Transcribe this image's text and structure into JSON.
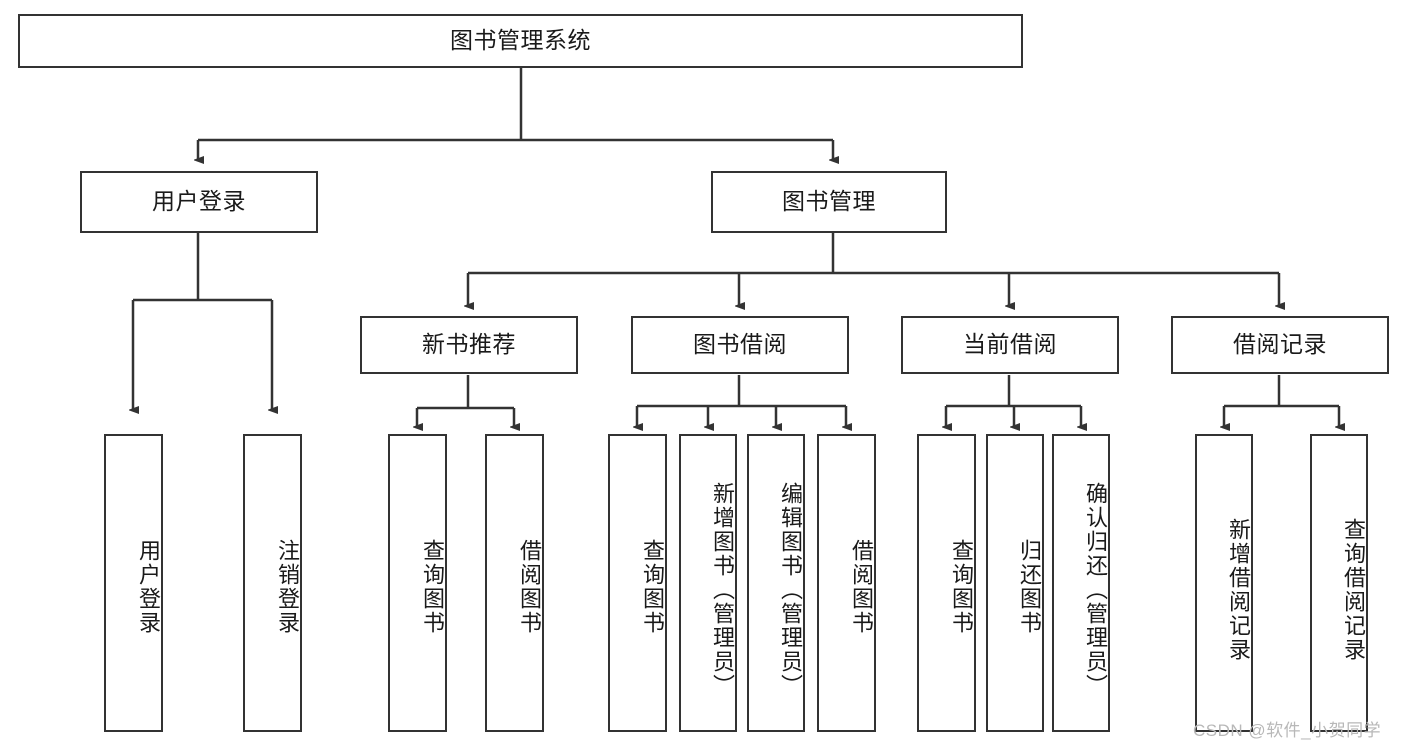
{
  "diagram": {
    "title": "图书管理系统",
    "type": "tree",
    "root": {
      "label": "图书管理系统"
    },
    "level1": [
      {
        "label": "用户登录"
      },
      {
        "label": "图书管理"
      }
    ],
    "level2": [
      {
        "label": "新书推荐"
      },
      {
        "label": "图书借阅"
      },
      {
        "label": "当前借阅"
      },
      {
        "label": "借阅记录"
      }
    ],
    "leaves": {
      "user_login": [
        {
          "label": "用户登录"
        },
        {
          "label": "注销登录"
        }
      ],
      "new_book_recommend": [
        {
          "label": "查询图书"
        },
        {
          "label": "借阅图书"
        }
      ],
      "book_borrow": [
        {
          "label": "查询图书"
        },
        {
          "label": "新增图书（管理员）"
        },
        {
          "label": "编辑图书（管理员）"
        },
        {
          "label": "借阅图书"
        }
      ],
      "current_borrow": [
        {
          "label": "查询图书"
        },
        {
          "label": "归还图书"
        },
        {
          "label": "确认归还（管理员）"
        }
      ],
      "borrow_record": [
        {
          "label": "新增借阅记录"
        },
        {
          "label": "查询借阅记录"
        }
      ]
    }
  },
  "watermark": {
    "text": "CSDN @软件_小贺同学"
  },
  "colors": {
    "stroke": "#333333",
    "background": "#ffffff",
    "text": "#1a1a1a",
    "watermark": "#b8b8b8"
  }
}
